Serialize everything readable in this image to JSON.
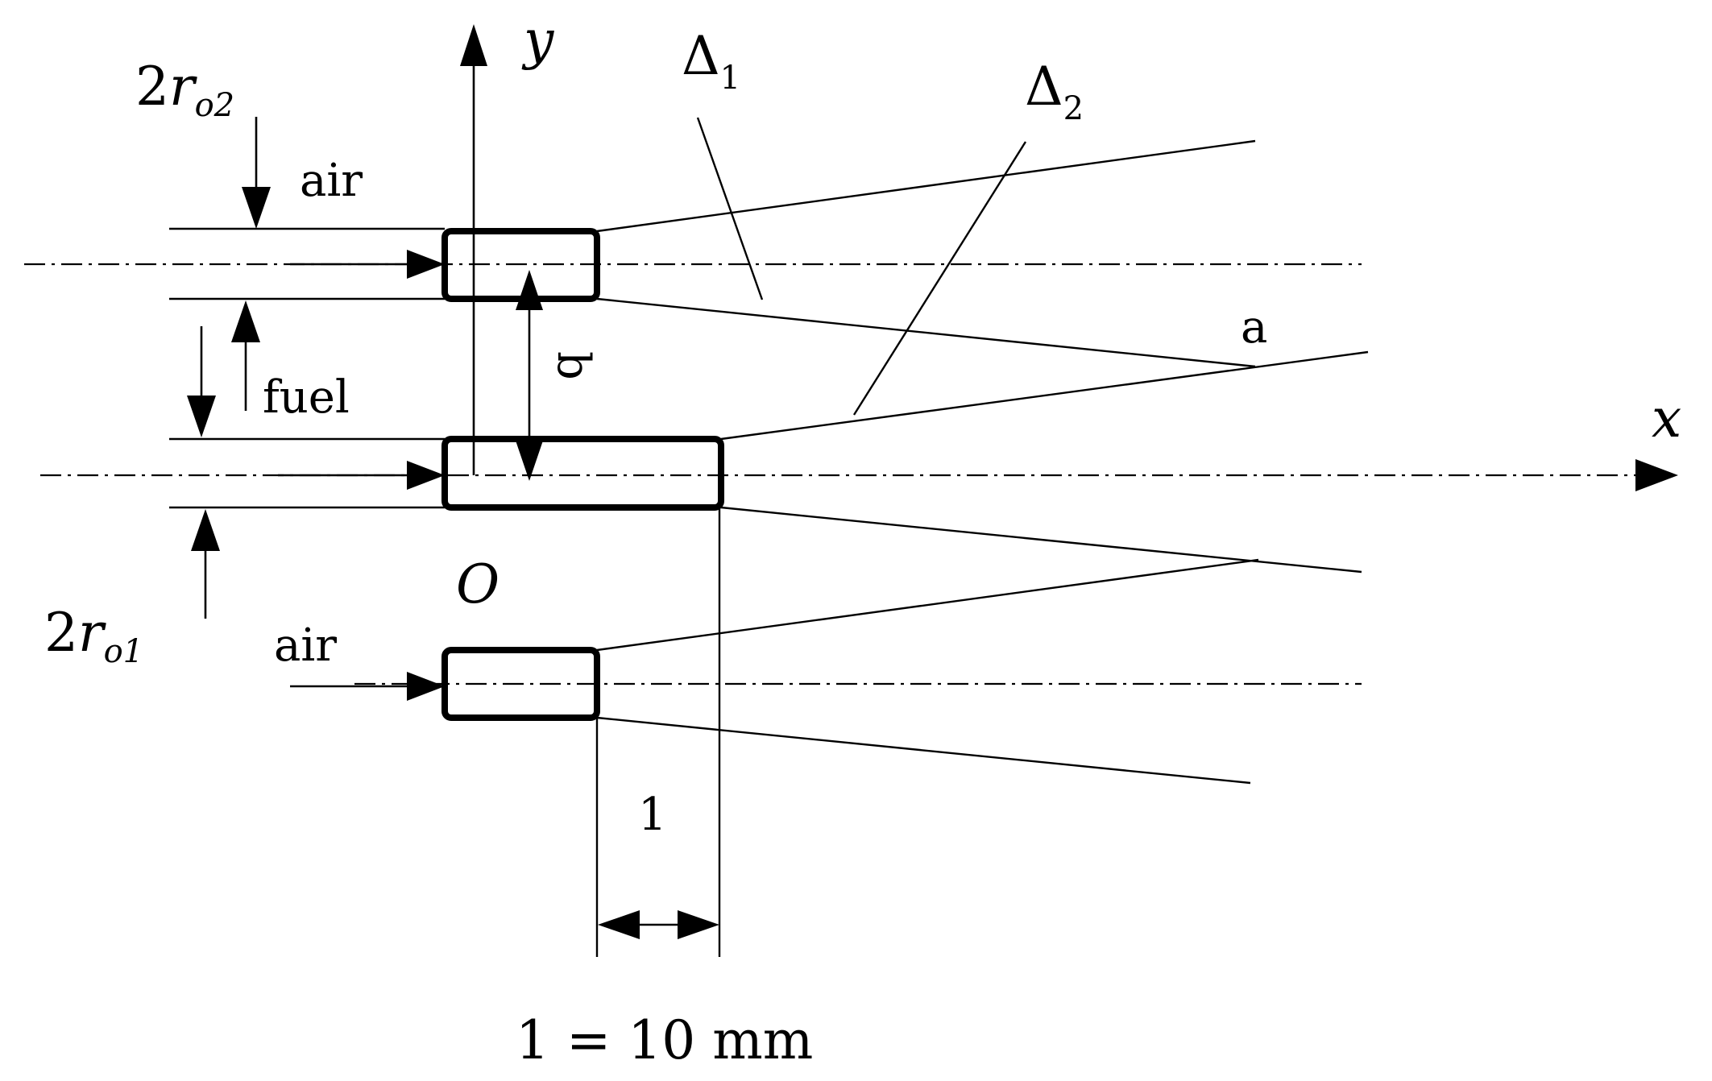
{
  "labels": {
    "y_axis": "y",
    "x_axis": "x",
    "origin": "O",
    "delta1_symbol": "Δ",
    "delta1_sub": "1",
    "delta2_symbol": "Δ",
    "delta2_sub": "2",
    "r_o2_coef": "2",
    "r_o2_var": "r",
    "r_o2_sub": "o2",
    "r_o1_coef": "2",
    "r_o1_var": "r",
    "r_o1_sub": "o1",
    "air_top": "air",
    "air_bottom": "air",
    "fuel": "fuel",
    "a": "a",
    "b": "b",
    "gap_label": "1",
    "scale": "1 = 10 mm"
  },
  "colors": {
    "ink": "#000000",
    "background": "#ffffff"
  }
}
